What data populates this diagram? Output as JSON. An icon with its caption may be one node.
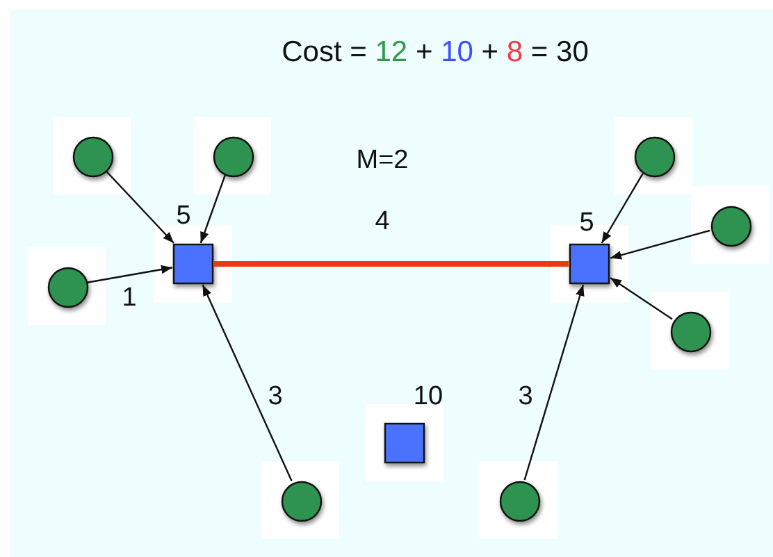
{
  "diagram": {
    "title": "Cost = 12 + 10 + 8 = 30",
    "nodes": [
      {
        "text": [],
        "shape": "circle"
      },
      {
        "text": [],
        "shape": "circle"
      },
      {
        "text": [],
        "shape": "circle"
      },
      {
        "text": [],
        "shape": "circle"
      },
      {
        "text": [],
        "shape": "box",
        "beside": [
          "5"
        ]
      },
      {
        "text": [],
        "shape": "box",
        "beside": [
          "5"
        ]
      },
      {
        "text": [],
        "shape": "circle"
      },
      {
        "text": [],
        "shape": "circle"
      },
      {
        "text": [],
        "shape": "box",
        "beside": [
          "10"
        ]
      },
      {
        "text": [],
        "shape": "circle"
      },
      {
        "text": [],
        "shape": "circle"
      }
    ],
    "edges": [
      {
        "from": 0,
        "to": 4,
        "arrow": "to"
      },
      {
        "from": 1,
        "to": 4,
        "arrow": "to"
      },
      {
        "from": 6,
        "to": 4,
        "arrow": "to",
        "label": "1"
      },
      {
        "from": 9,
        "to": 4,
        "arrow": "to",
        "label": "3"
      },
      {
        "from": 4,
        "to": 5,
        "arrow": "none",
        "label": "4",
        "style": "thick",
        "color": "#ee3a12"
      },
      {
        "from": 2,
        "to": 5,
        "arrow": "to"
      },
      {
        "from": 3,
        "to": 5,
        "arrow": "to"
      },
      {
        "from": 7,
        "to": 5,
        "arrow": "to"
      },
      {
        "from": 10,
        "to": 5,
        "arrow": "to",
        "label": "3"
      }
    ],
    "labels": [
      "M=2"
    ]
  }
}
